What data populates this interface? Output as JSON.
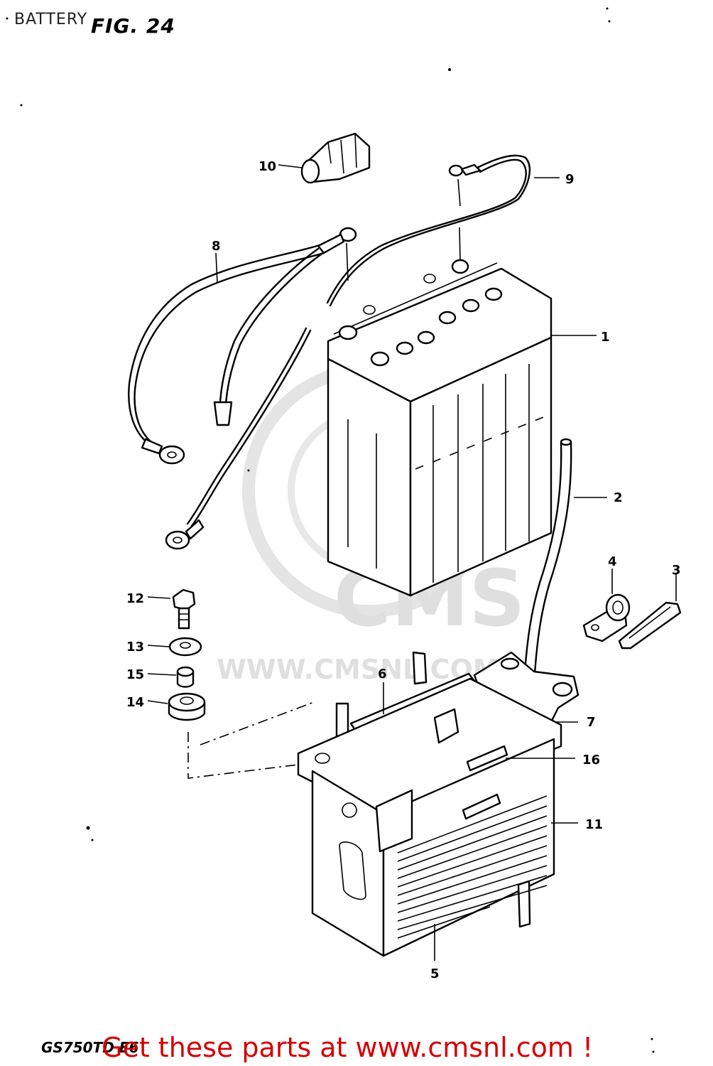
{
  "header": {
    "title": "BATTERY",
    "fig_label": "FIG. 24"
  },
  "model_code": "GS750TD E6",
  "watermark": {
    "brand": "CMS",
    "url": "WWW.CMSNL.COM"
  },
  "footer": {
    "link_text": "Get these parts at www.cmsnl.com !",
    "color": "#d40000"
  },
  "callouts": {
    "c1": "1",
    "c2": "2",
    "c3": "3",
    "c4": "4",
    "c5": "5",
    "c6": "6",
    "c7": "7",
    "c8": "8",
    "c9": "9",
    "c10": "10",
    "c11": "11",
    "c12": "12",
    "c13": "13",
    "c14": "14",
    "c15": "15",
    "c16": "16"
  },
  "parts": [
    {
      "no": "1",
      "name": "battery"
    },
    {
      "no": "2",
      "name": "breather-hose"
    },
    {
      "no": "3",
      "name": "clamp"
    },
    {
      "no": "4",
      "name": "clamp"
    },
    {
      "no": "5",
      "name": "battery-case-cushion"
    },
    {
      "no": "6",
      "name": "battery-holder-band"
    },
    {
      "no": "7",
      "name": "holder-bracket"
    },
    {
      "no": "8",
      "name": "negative-lead"
    },
    {
      "no": "9",
      "name": "positive-lead"
    },
    {
      "no": "10",
      "name": "terminal-cover"
    },
    {
      "no": "11",
      "name": "battery-holder"
    },
    {
      "no": "12",
      "name": "bolt"
    },
    {
      "no": "13",
      "name": "washer"
    },
    {
      "no": "14",
      "name": "cushion"
    },
    {
      "no": "15",
      "name": "spacer"
    },
    {
      "no": "16",
      "name": "cushion"
    }
  ]
}
